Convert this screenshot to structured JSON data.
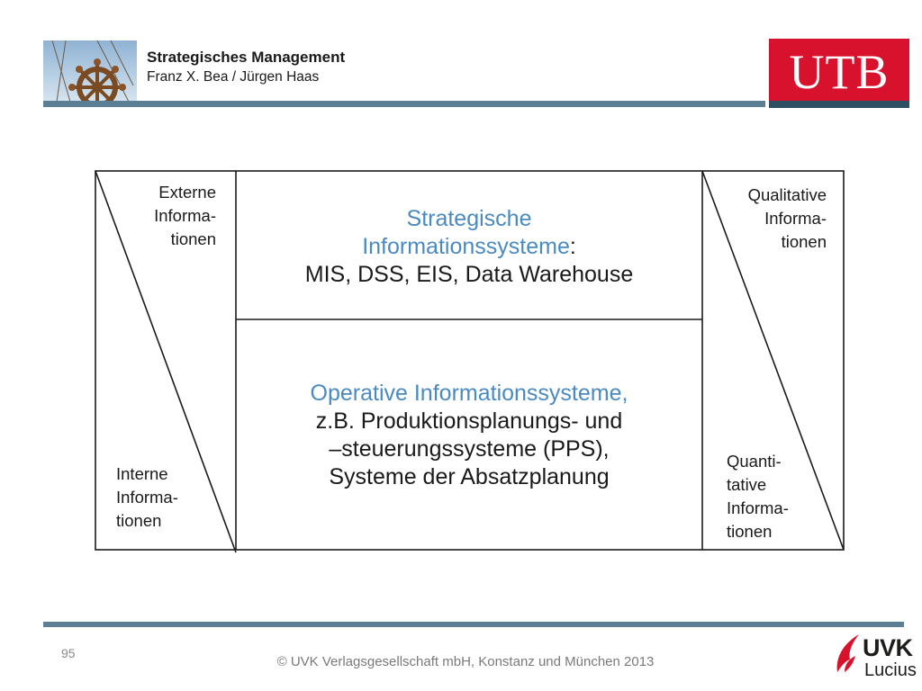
{
  "header": {
    "title": "Strategisches Management",
    "authors": "Franz X. Bea / Jürgen Haas",
    "publisher_logo_text": "UTB"
  },
  "diagram": {
    "left_column": {
      "top_label": [
        "Externe",
        "Informa-",
        "tionen"
      ],
      "bottom_label": [
        "Interne",
        "Informa-",
        "tionen"
      ]
    },
    "right_column": {
      "top_label": [
        "Qualitative",
        "Informa-",
        "tionen"
      ],
      "bottom_label": [
        "Quanti-",
        "tative",
        "Informa-",
        "tionen"
      ]
    },
    "top_cell": {
      "heading_line1": "Strategische",
      "heading_line2": "Informationssysteme",
      "heading_punct": ":",
      "body": "MIS, DSS, EIS, Data Warehouse"
    },
    "bottom_cell": {
      "heading": "Operative Informationssysteme",
      "heading_punct": ",",
      "body_lines": [
        "z.B. Produktionsplanungs- und",
        "–steuerungssysteme (PPS),",
        "Systeme der Absatzplanung"
      ]
    }
  },
  "footer": {
    "page_number": "95",
    "copyright": "© UVK Verlagsgesellschaft mbH, Konstanz und München 2013",
    "logo_name": "UVK",
    "logo_sub": "Lucius"
  },
  "colors": {
    "accent_rule": "#5b7f95",
    "heading_blue": "#4a8ac2",
    "utb_red": "#d8112c"
  }
}
